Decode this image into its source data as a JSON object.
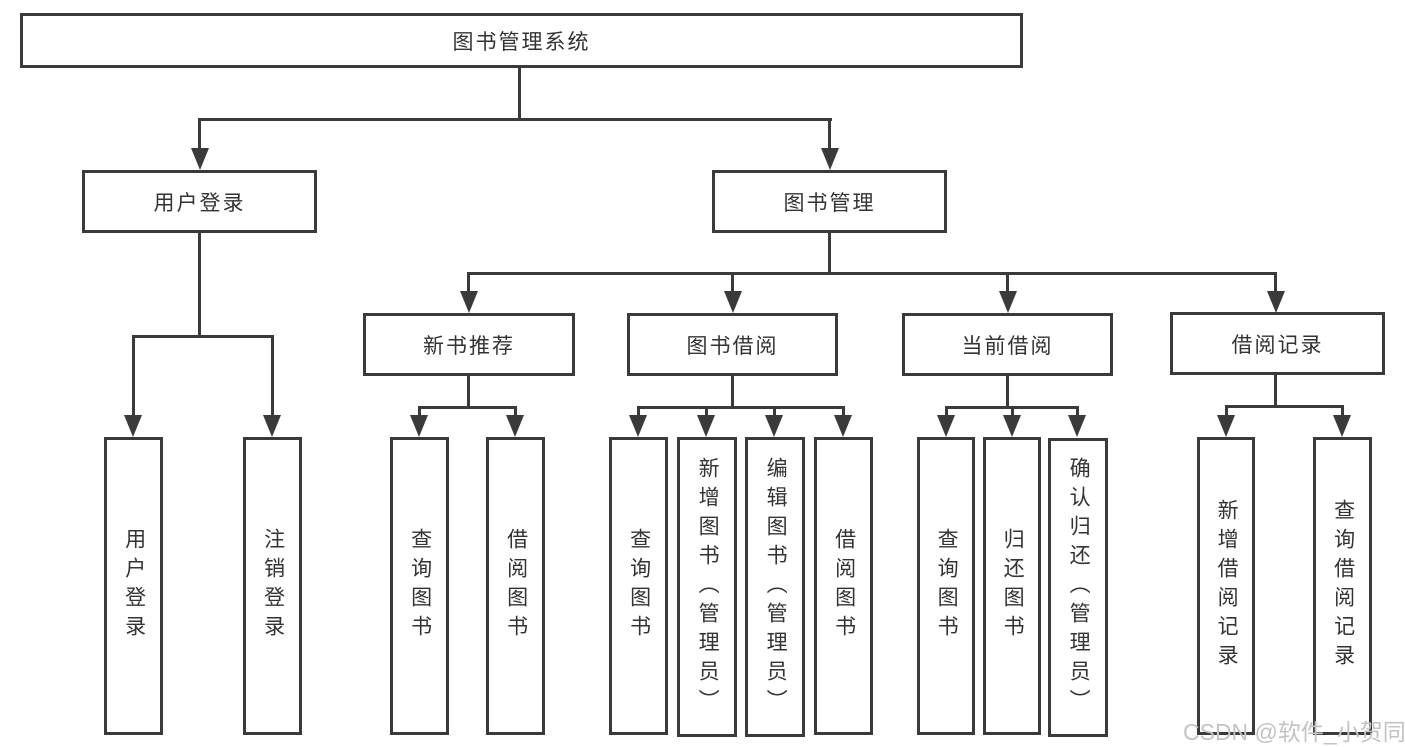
{
  "diagram_title": "图书管理系统",
  "nodes": {
    "root": "图书管理系统",
    "user_login": "用户登录",
    "book_mgmt": "图书管理",
    "new_books": "新书推荐",
    "book_borrow": "图书借阅",
    "current_borrow": "当前借阅",
    "borrow_records": "借阅记录",
    "leaf_user_login": "用户登录",
    "leaf_logout": "注销登录",
    "leaf_nb_query": "查询图书",
    "leaf_nb_borrow": "借阅图书",
    "leaf_bb_query": "查询图书",
    "leaf_bb_add": "新增图书（管理员）",
    "leaf_bb_edit": "编辑图书（管理员）",
    "leaf_bb_borrow": "借阅图书",
    "leaf_cb_query": "查询图书",
    "leaf_cb_return": "归还图书",
    "leaf_cb_confirm": "确认归还（管理员）",
    "leaf_br_add": "新增借阅记录",
    "leaf_br_query": "查询借阅记录"
  },
  "hierarchy": {
    "图书管理系统": {
      "用户登录": [
        "用户登录",
        "注销登录"
      ],
      "图书管理": {
        "新书推荐": [
          "查询图书",
          "借阅图书"
        ],
        "图书借阅": [
          "查询图书",
          "新增图书（管理员）",
          "编辑图书（管理员）",
          "借阅图书"
        ],
        "当前借阅": [
          "查询图书",
          "归还图书",
          "确认归还（管理员）"
        ],
        "借阅记录": [
          "新增借阅记录",
          "查询借阅记录"
        ]
      }
    }
  },
  "watermark": "CSDN @软件_小贺同学",
  "colors": {
    "line": "#3a3a3a",
    "text": "#333333",
    "box_background": "#ffffff",
    "watermark": "#c3c3c3",
    "background": "#ffffff"
  }
}
